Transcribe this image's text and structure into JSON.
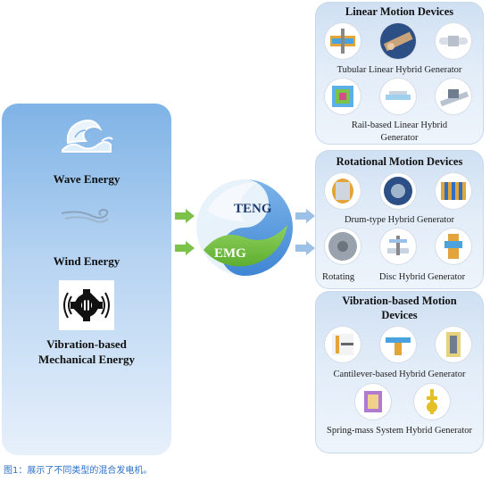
{
  "energy_sources": {
    "wave": "Wave Energy",
    "wind": "Wind Energy",
    "vibration_line1": "Vibration-based",
    "vibration_line2": "Mechanical Energy"
  },
  "center": {
    "top": "TENG",
    "bottom": "EMG"
  },
  "linear": {
    "title": "Linear Motion Devices",
    "cap1": "Tubular Linear Hybrid Generator",
    "cap2_line1": "Rail-based Linear Hybrid",
    "cap2_line2": "Generator"
  },
  "rotational": {
    "title": "Rotational Motion Devices",
    "cap1": "Drum-type Hybrid Generator",
    "cap2a": "Rotating",
    "cap2b": "Disc Hybrid Generator"
  },
  "vibration": {
    "title_line1": "Vibration-based Motion",
    "title_line2": "Devices",
    "cap1": "Cantilever-based Hybrid Generator",
    "cap2": "Spring-mass System Hybrid Generator"
  },
  "caption": "图1：展示了不同类型的混合发电机。",
  "colors": {
    "teng": "#4a8fd6",
    "emg": "#6bbf3a",
    "arrow_green": "#7cc24a",
    "arrow_blue": "#9cc0e8",
    "caption": "#2b6fc9"
  },
  "icons": [
    "wave-icon",
    "wind-icon",
    "vibration-icon"
  ]
}
